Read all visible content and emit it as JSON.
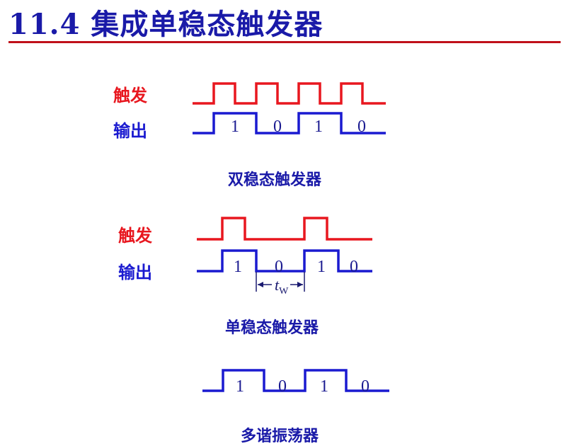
{
  "title": "11.4 集成单稳态触发器",
  "bistable": {
    "trigger_label": "触发",
    "output_label": "输出",
    "bits": [
      "1",
      "0",
      "1",
      "0"
    ],
    "caption": "双稳态触发器"
  },
  "monostable": {
    "trigger_label": "触发",
    "output_label": "输出",
    "bits": [
      "1",
      "0",
      "1",
      "0"
    ],
    "pulse_width_symbol": "t",
    "pulse_width_subscript": "W",
    "caption": "单稳态触发器"
  },
  "astable": {
    "bits": [
      "1",
      "0",
      "1",
      "0"
    ],
    "caption": "多谐振荡器"
  },
  "colors": {
    "title": "#1a1aa8",
    "rule": "#c0101a",
    "trigger_wave": "#e8171f",
    "output_wave": "#1a1ad0"
  }
}
